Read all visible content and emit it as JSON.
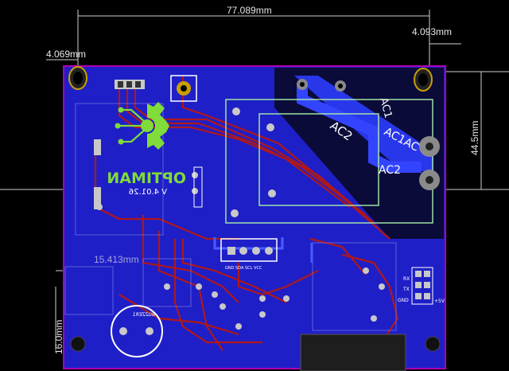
{
  "dimensions": {
    "width_top": "77.089mm",
    "right_offset": "4.093mm",
    "left_offset": "4.069mm",
    "height_right": "44.5mm",
    "inner_left": "15.413mm",
    "bottom_left": "16.0mm"
  },
  "logo": {
    "name": "OPTIMAN",
    "version": "V 4.01.26"
  },
  "labels": {
    "ac2_diag": "AC2",
    "ac1_diag": "AC1",
    "ac1_ac": "AC1AC",
    "ac2_right": "AC2",
    "buzzer": "BUZZER1",
    "ch4_header": "GND SDA SCL VCC",
    "gnd": "GND",
    "rx": "RX",
    "tx": "TX",
    "power": "+5V"
  },
  "colors": {
    "background": "#000000",
    "board_fill": "#1f1fc8",
    "copper_blue": "#3344ff",
    "trace_red": "#b01818",
    "outline": "#b000b0",
    "silkscreen": "#ffffff",
    "logo": "#7fdc3a",
    "relay_outline": "#a8f0a8"
  }
}
